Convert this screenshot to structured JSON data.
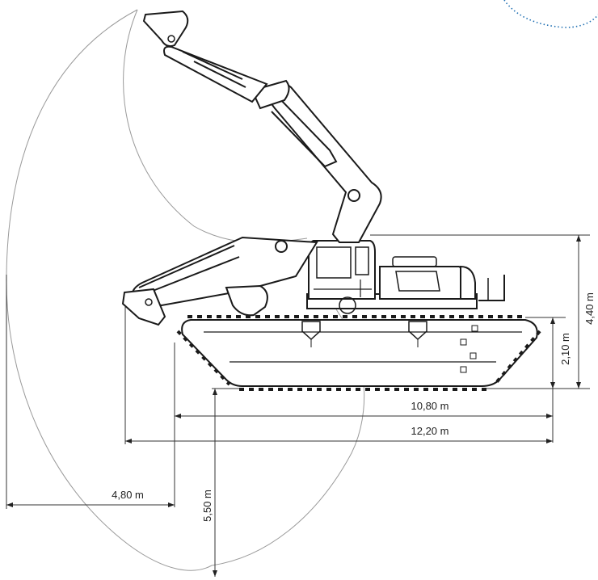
{
  "dimensions": {
    "overall_height": "4,40 m",
    "pontoon_height": "2,10 m",
    "pontoon_length": "10,80 m",
    "overall_length": "12,20 m",
    "reach_offset": "4,80 m",
    "digging_depth": "5,50 m"
  },
  "colors": {
    "line": "#1a1a1a",
    "envelope": "#9a9a9a",
    "badge": "#1f6fb2"
  },
  "icons": {
    "excavator": "amphibious-excavator-drawing",
    "badge": "dotted-circle-corner"
  }
}
